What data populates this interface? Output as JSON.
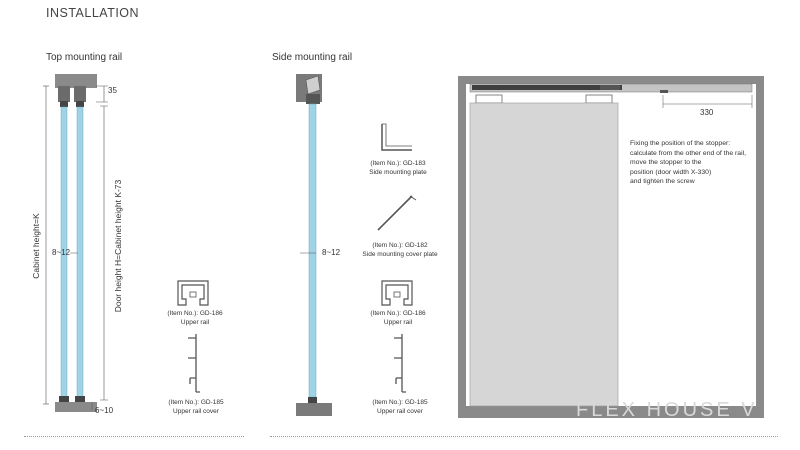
{
  "page_title": "INSTALLATION",
  "top_section": {
    "title": "Top mounting rail",
    "dim_top": "35",
    "dim_gap": "8~12",
    "dim_bottom": "6~10",
    "cabinet_height": "Cabinet height=K",
    "door_height": "Door height H=Cabinet height K-73"
  },
  "side_section": {
    "title": "Side mounting rail",
    "dim_gap": "8~12"
  },
  "parts": {
    "upper_rail_left": {
      "item_no": "(Item No.): GD-186",
      "name": "Upper rail"
    },
    "rail_cover_left": {
      "item_no": "(Item No.): GD-185",
      "name": "Upper rail cover"
    },
    "side_plate": {
      "item_no": "(Item No.): GD-183",
      "name": "Side mounting plate"
    },
    "side_cover_plate": {
      "item_no": "(Item No.): GD-182",
      "name": "Side mounting cover plate"
    },
    "upper_rail_right": {
      "item_no": "(Item No.): GD-186",
      "name": "Upper rail"
    },
    "rail_cover_right": {
      "item_no": "(Item No.): GD-185",
      "name": "Upper rail cover"
    }
  },
  "stopper": {
    "dim": "330",
    "note_lines": [
      "Fixing the position of the stopper:",
      "calculate from the other end of the rail,",
      "move the stopper to the",
      "position (door width X-330)",
      "and tighten the screw"
    ]
  },
  "watermark": "FLEX HOUSE V",
  "colors": {
    "glass": "#9fd3e6",
    "frame": "#8a8a8a",
    "dark": "#5a5a5a",
    "panel": "#d6d6d6"
  }
}
